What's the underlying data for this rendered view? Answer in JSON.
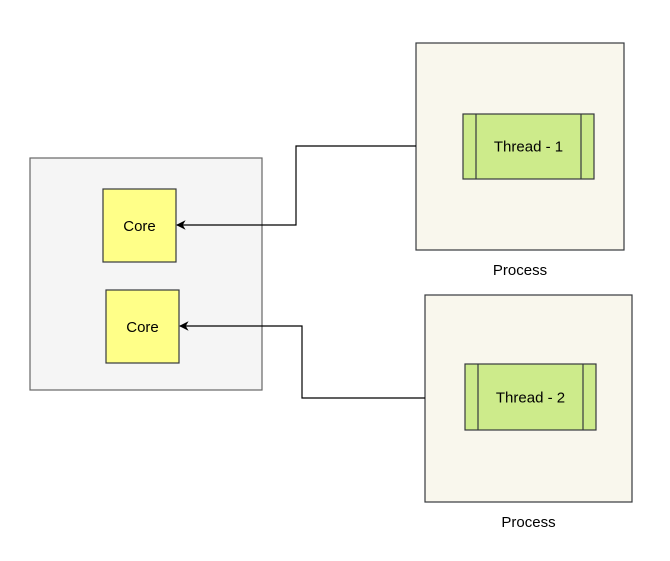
{
  "cpu": {
    "cores": [
      {
        "label": "Core"
      },
      {
        "label": "Core"
      }
    ]
  },
  "processes": [
    {
      "label": "Process",
      "thread": {
        "label": "Thread - 1"
      }
    },
    {
      "label": "Process",
      "thread": {
        "label": "Thread - 2"
      }
    }
  ],
  "colors": {
    "cpu_fill": "#f5f5f5",
    "cpu_stroke": "#666666",
    "core_fill": "#ffff88",
    "core_stroke": "#36393d",
    "process_fill": "#f9f7ed",
    "process_stroke": "#36393d",
    "thread_fill": "#cdeb8b",
    "thread_stroke": "#36393d",
    "connector": "#000000"
  }
}
